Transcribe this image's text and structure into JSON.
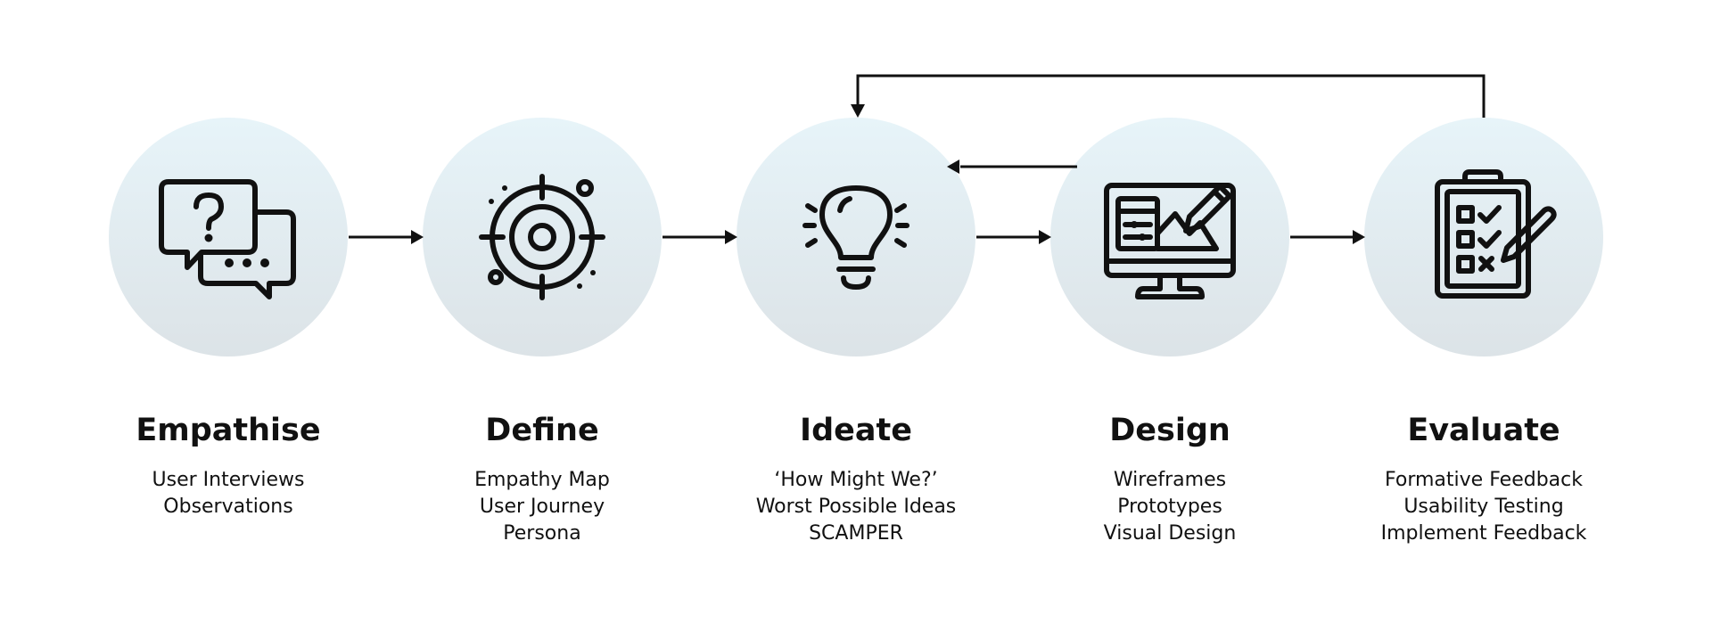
{
  "stages": [
    {
      "title": "Empathise",
      "icon": "speech-bubbles-question-icon",
      "items": [
        "User Interviews",
        "Observations"
      ]
    },
    {
      "title": "Define",
      "icon": "target-icon",
      "items": [
        "Empathy Map",
        "User Journey",
        "Persona"
      ]
    },
    {
      "title": "Ideate",
      "icon": "lightbulb-icon",
      "items": [
        "‘How Might We?’",
        "Worst Possible Ideas",
        "SCAMPER"
      ]
    },
    {
      "title": "Design",
      "icon": "monitor-design-icon",
      "items": [
        "Wireframes",
        "Prototypes",
        "Visual Design"
      ]
    },
    {
      "title": "Evaluate",
      "icon": "clipboard-checklist-icon",
      "items": [
        "Formative Feedback",
        "Usability Testing",
        "Implement Feedback"
      ]
    }
  ],
  "flow": [
    {
      "from": "Empathise",
      "to": "Define"
    },
    {
      "from": "Define",
      "to": "Ideate"
    },
    {
      "from": "Ideate",
      "to": "Design"
    },
    {
      "from": "Design",
      "to": "Evaluate"
    },
    {
      "from": "Design",
      "to": "Ideate"
    },
    {
      "from": "Evaluate",
      "to": "Ideate"
    }
  ],
  "colors": {
    "circle_top": "#e7f4f9",
    "circle_bottom": "#dce3e7",
    "ink": "#111111"
  }
}
